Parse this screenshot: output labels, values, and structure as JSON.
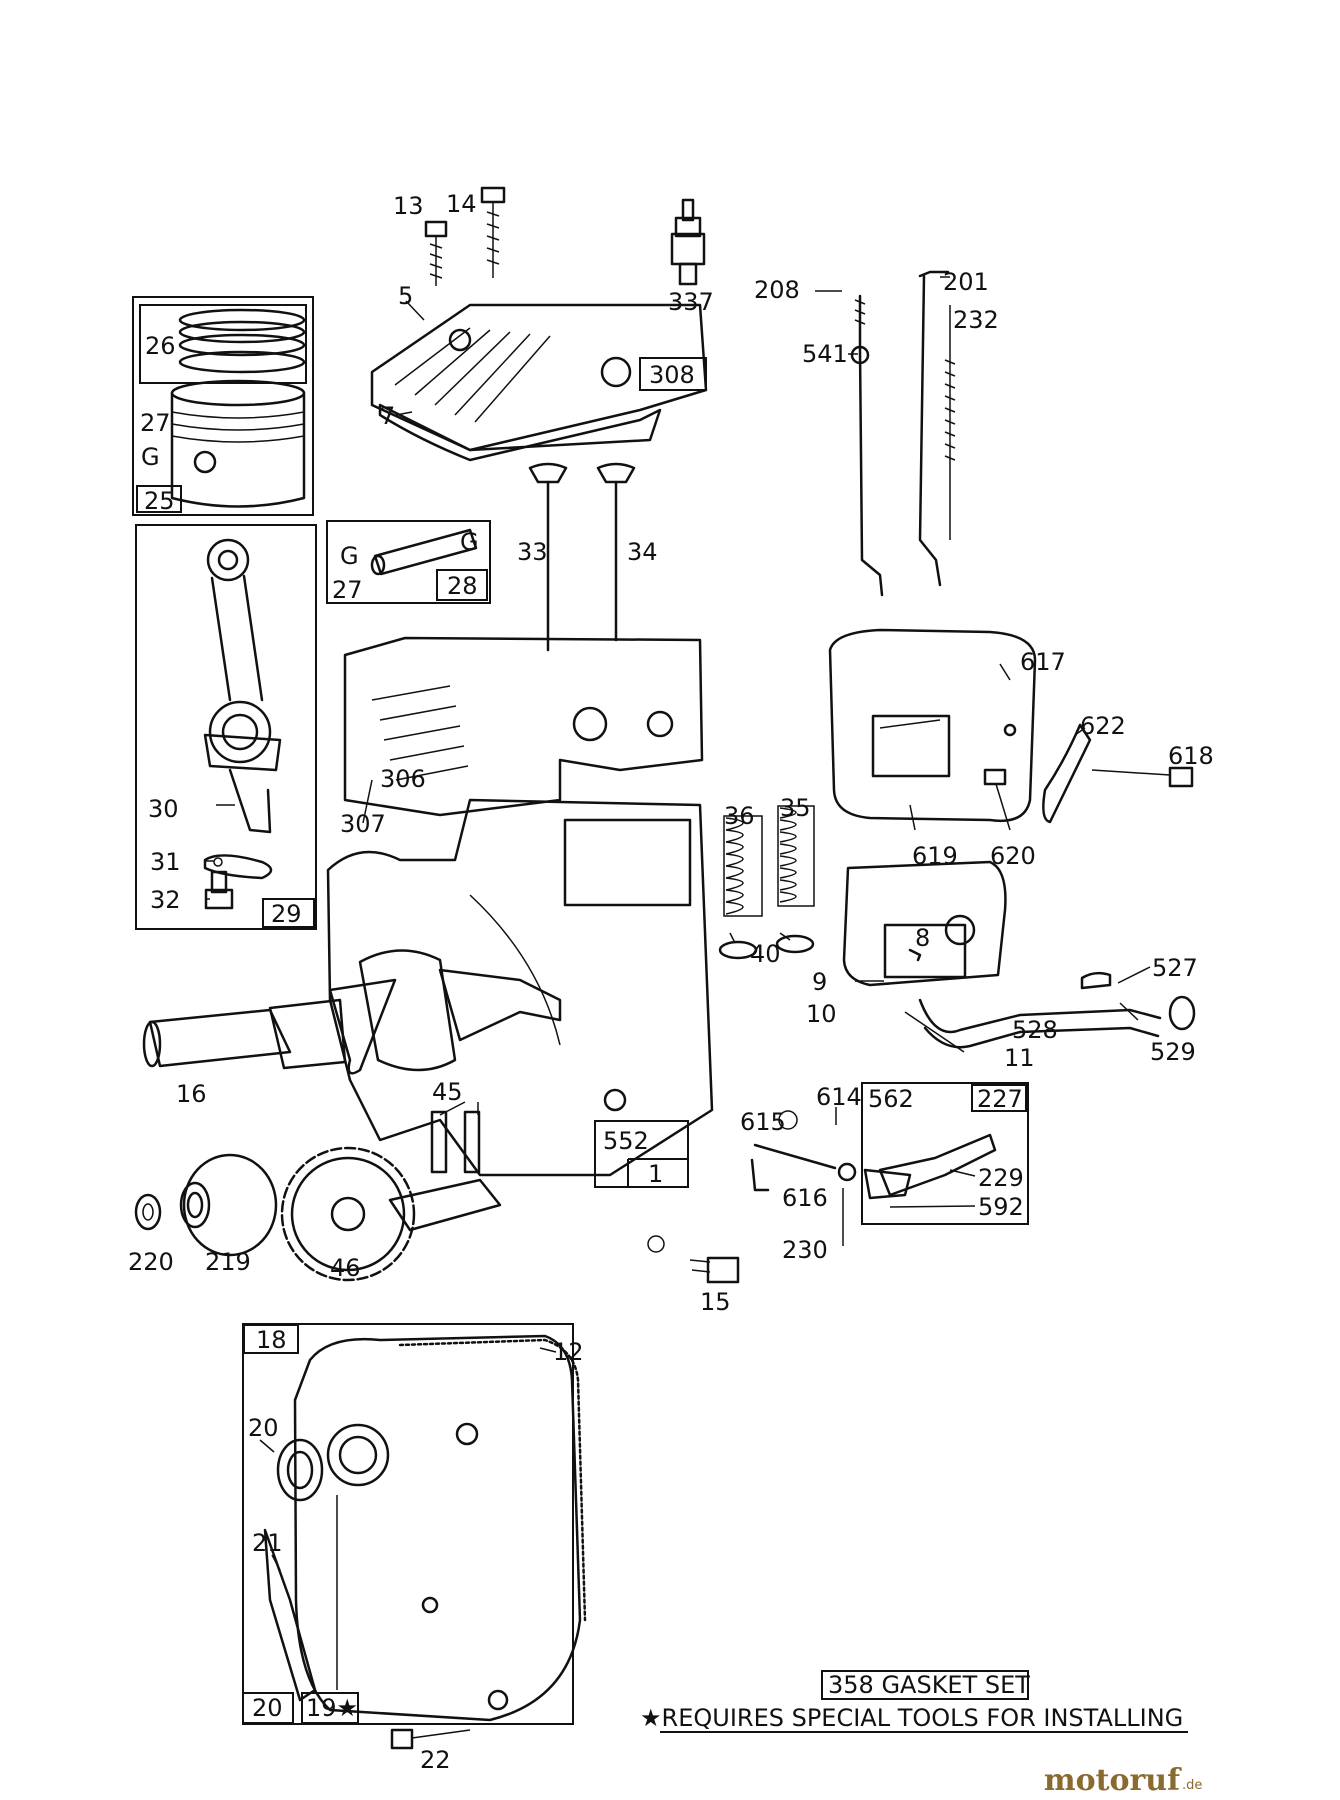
{
  "labels": {
    "p13": "13",
    "p14": "14",
    "p337": "337",
    "p208": "208",
    "p201": "201",
    "p232": "232",
    "p541": "541",
    "p5": "5",
    "p308": "308",
    "p7": "7",
    "p26": "26",
    "p27a": "27",
    "g1": "G",
    "p25": "25",
    "p33": "33",
    "p34": "34",
    "g2": "G",
    "g3": "G",
    "p27b": "27",
    "p28": "28",
    "p617": "617",
    "p622": "622",
    "p618": "618",
    "p619": "619",
    "p620": "620",
    "p306": "306",
    "p307": "307",
    "p30": "30",
    "p36": "36",
    "p35": "35",
    "p40": "40",
    "p8": "8",
    "p9": "9",
    "p10": "10",
    "p11": "11",
    "p527": "527",
    "p528": "528",
    "p529": "529",
    "p31": "31",
    "p32": "32",
    "p29": "29",
    "p16": "16",
    "p45": "45",
    "p552": "552",
    "p1": "1",
    "p615": "615",
    "p614": "614",
    "p562": "562",
    "p227": "227",
    "p229": "229",
    "p616": "616",
    "p592": "592",
    "p230": "230",
    "p220": "220",
    "p219": "219",
    "p46": "46",
    "p15": "15",
    "p18": "18",
    "p12": "12",
    "p20a": "20",
    "p21": "21",
    "p20b": "20",
    "p19": "19★",
    "p22": "22"
  },
  "notes": {
    "gasket_set": "358 GASKET SET",
    "special_tools": "★REQUIRES SPECIAL TOOLS FOR INSTALLING"
  },
  "watermark": {
    "brand": "motoruf",
    "tld": ".de",
    "color": "#8a6a2f"
  }
}
